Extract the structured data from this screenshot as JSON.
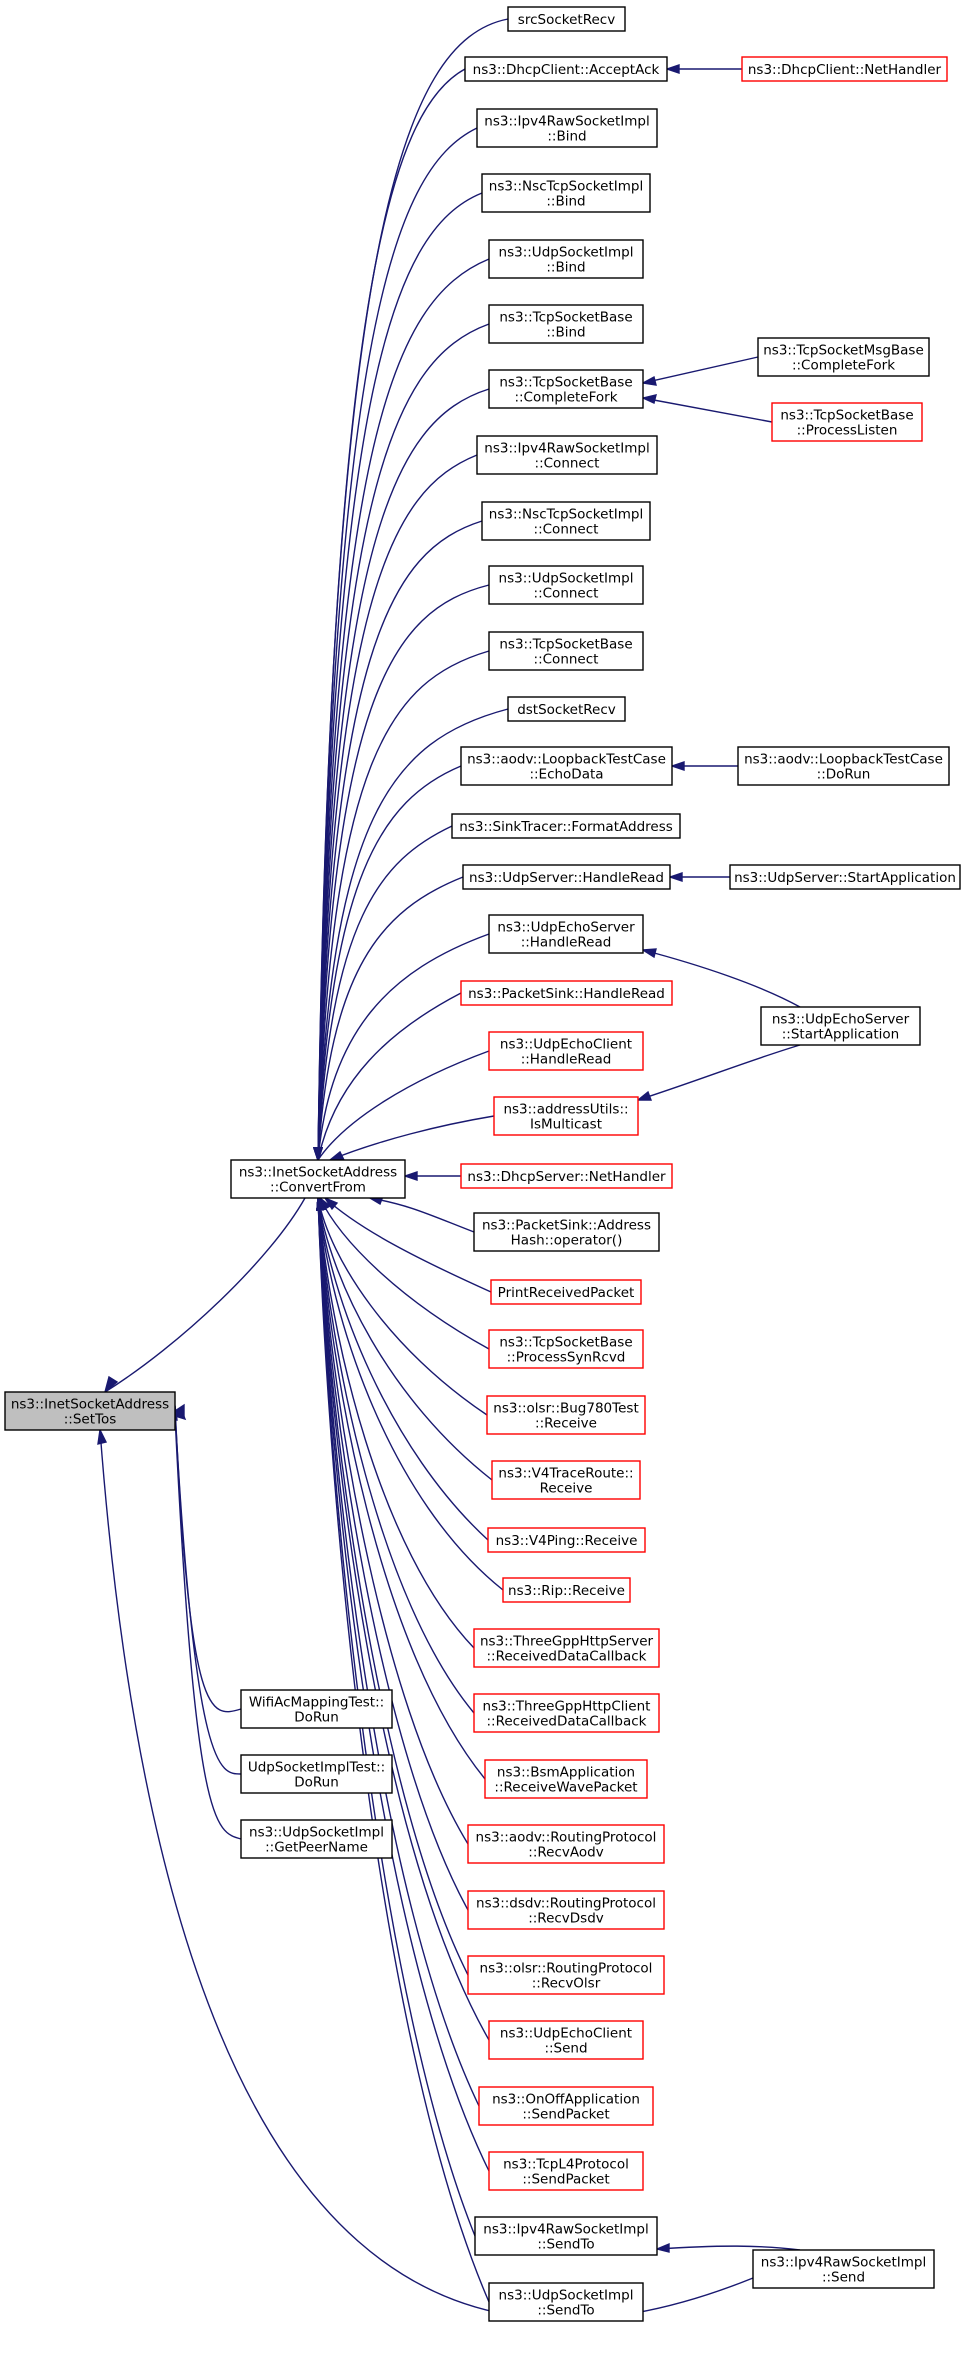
{
  "graph": {
    "nodes": {
      "settos": {
        "lines": [
          "ns3::InetSocketAddress",
          "::SetTos"
        ],
        "style": "root"
      },
      "convertfrom": {
        "lines": [
          "ns3::InetSocketAddress",
          "::ConvertFrom"
        ],
        "style": "black"
      },
      "wifiac": {
        "lines": [
          "WifiAcMappingTest::",
          "DoRun"
        ],
        "style": "black"
      },
      "udpimpltest": {
        "lines": [
          "UdpSocketImplTest::",
          "DoRun"
        ],
        "style": "black"
      },
      "getpeername": {
        "lines": [
          "ns3::UdpSocketImpl",
          "::GetPeerName"
        ],
        "style": "black"
      },
      "srcsocketrecv": {
        "lines": [
          "srcSocketRecv"
        ],
        "style": "black"
      },
      "dhcpaccept": {
        "lines": [
          "ns3::DhcpClient::AcceptAck"
        ],
        "style": "black"
      },
      "dhcpnethandler": {
        "lines": [
          "ns3::DhcpClient::NetHandler"
        ],
        "style": "red"
      },
      "ipv4rawbind": {
        "lines": [
          "ns3::Ipv4RawSocketImpl",
          "::Bind"
        ],
        "style": "black"
      },
      "nscbind": {
        "lines": [
          "ns3::NscTcpSocketImpl",
          "::Bind"
        ],
        "style": "black"
      },
      "udpbind": {
        "lines": [
          "ns3::UdpSocketImpl",
          "::Bind"
        ],
        "style": "black"
      },
      "tcpbind": {
        "lines": [
          "ns3::TcpSocketBase",
          "::Bind"
        ],
        "style": "black"
      },
      "completefork": {
        "lines": [
          "ns3::TcpSocketBase",
          "::CompleteFork"
        ],
        "style": "black"
      },
      "msgbasefork": {
        "lines": [
          "ns3::TcpSocketMsgBase",
          "::CompleteFork"
        ],
        "style": "black"
      },
      "processlisten": {
        "lines": [
          "ns3::TcpSocketBase",
          "::ProcessListen"
        ],
        "style": "red"
      },
      "ipv4rawconnect": {
        "lines": [
          "ns3::Ipv4RawSocketImpl",
          "::Connect"
        ],
        "style": "black"
      },
      "nscconnect": {
        "lines": [
          "ns3::NscTcpSocketImpl",
          "::Connect"
        ],
        "style": "black"
      },
      "udpconnect": {
        "lines": [
          "ns3::UdpSocketImpl",
          "::Connect"
        ],
        "style": "black"
      },
      "tcpconnect": {
        "lines": [
          "ns3::TcpSocketBase",
          "::Connect"
        ],
        "style": "black"
      },
      "dstsocketrecv": {
        "lines": [
          "dstSocketRecv"
        ],
        "style": "black"
      },
      "echodata": {
        "lines": [
          "ns3::aodv::LoopbackTestCase",
          "::EchoData"
        ],
        "style": "black"
      },
      "loopbackdorun": {
        "lines": [
          "ns3::aodv::LoopbackTestCase",
          "::DoRun"
        ],
        "style": "black"
      },
      "formataddress": {
        "lines": [
          "ns3::SinkTracer::FormatAddress"
        ],
        "style": "black"
      },
      "udpserverhandle": {
        "lines": [
          "ns3::UdpServer::HandleRead"
        ],
        "style": "black"
      },
      "udpserverstart": {
        "lines": [
          "ns3::UdpServer::StartApplication"
        ],
        "style": "black"
      },
      "echoserverhandle": {
        "lines": [
          "ns3::UdpEchoServer",
          "::HandleRead"
        ],
        "style": "black"
      },
      "echoserverstart": {
        "lines": [
          "ns3::UdpEchoServer",
          "::StartApplication"
        ],
        "style": "black"
      },
      "packetsinkhandle": {
        "lines": [
          "ns3::PacketSink::HandleRead"
        ],
        "style": "red"
      },
      "echoclienthandle": {
        "lines": [
          "ns3::UdpEchoClient",
          "::HandleRead"
        ],
        "style": "red"
      },
      "ismulticast": {
        "lines": [
          "ns3::addressUtils::",
          "IsMulticast"
        ],
        "style": "red"
      },
      "dhcpservernet": {
        "lines": [
          "ns3::DhcpServer::NetHandler"
        ],
        "style": "red"
      },
      "addresshash": {
        "lines": [
          "ns3::PacketSink::Address",
          "Hash::operator()"
        ],
        "style": "black"
      },
      "printreceived": {
        "lines": [
          "PrintReceivedPacket"
        ],
        "style": "red"
      },
      "processsynrcvd": {
        "lines": [
          "ns3::TcpSocketBase",
          "::ProcessSynRcvd"
        ],
        "style": "red"
      },
      "bug780": {
        "lines": [
          "ns3::olsr::Bug780Test",
          "::Receive"
        ],
        "style": "red"
      },
      "v4traceroute": {
        "lines": [
          "ns3::V4TraceRoute::",
          "Receive"
        ],
        "style": "red"
      },
      "v4ping": {
        "lines": [
          "ns3::V4Ping::Receive"
        ],
        "style": "red"
      },
      "rip": {
        "lines": [
          "ns3::Rip::Receive"
        ],
        "style": "red"
      },
      "httpserver": {
        "lines": [
          "ns3::ThreeGppHttpServer",
          "::ReceivedDataCallback"
        ],
        "style": "red"
      },
      "httpclient": {
        "lines": [
          "ns3::ThreeGppHttpClient",
          "::ReceivedDataCallback"
        ],
        "style": "red"
      },
      "bsm": {
        "lines": [
          "ns3::BsmApplication",
          "::ReceiveWavePacket"
        ],
        "style": "red"
      },
      "recvaodv": {
        "lines": [
          "ns3::aodv::RoutingProtocol",
          "::RecvAodv"
        ],
        "style": "red"
      },
      "recvdsdv": {
        "lines": [
          "ns3::dsdv::RoutingProtocol",
          "::RecvDsdv"
        ],
        "style": "red"
      },
      "recvolsr": {
        "lines": [
          "ns3::olsr::RoutingProtocol",
          "::RecvOlsr"
        ],
        "style": "red"
      },
      "echoclientsend": {
        "lines": [
          "ns3::UdpEchoClient",
          "::Send"
        ],
        "style": "red"
      },
      "onoffsend": {
        "lines": [
          "ns3::OnOffApplication",
          "::SendPacket"
        ],
        "style": "red"
      },
      "tcpl4send": {
        "lines": [
          "ns3::TcpL4Protocol",
          "::SendPacket"
        ],
        "style": "red"
      },
      "ipv4rawsendto": {
        "lines": [
          "ns3::Ipv4RawSocketImpl",
          "::SendTo"
        ],
        "style": "black"
      },
      "udpsendto": {
        "lines": [
          "ns3::UdpSocketImpl",
          "::SendTo"
        ],
        "style": "black"
      },
      "ipv4rawsend": {
        "lines": [
          "ns3::Ipv4RawSocketImpl",
          "::Send"
        ],
        "style": "black"
      }
    }
  }
}
